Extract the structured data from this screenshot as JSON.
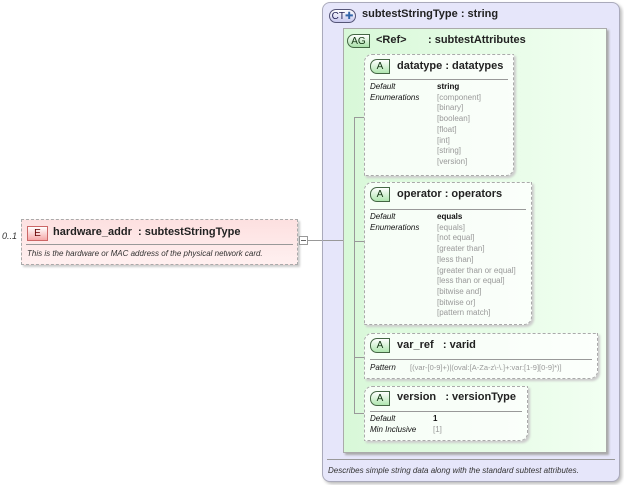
{
  "element": {
    "occurrence": "0..1",
    "badge": "E",
    "name": "hardware_addr",
    "type": ": subtestStringType",
    "description": "This is the hardware or MAC address of the physical network card."
  },
  "complex_type": {
    "badge": "CT",
    "name": "subtestStringType",
    "type": ": string",
    "description": "Describes simple string data along with the standard subtest attributes."
  },
  "attribute_group": {
    "badge": "AG",
    "ref": "<Ref>",
    "type": ": subtestAttributes"
  },
  "attributes": [
    {
      "badge": "A",
      "name": "datatype",
      "type": ": datatypes",
      "default_label": "Default",
      "default": "string",
      "enum_label": "Enumerations",
      "enumerations": [
        "[component]",
        "[binary]",
        "[boolean]",
        "[float]",
        "[int]",
        "[string]",
        "[version]"
      ]
    },
    {
      "badge": "A",
      "name": "operator",
      "type": ": operators",
      "default_label": "Default",
      "default": "equals",
      "enum_label": "Enumerations",
      "enumerations": [
        "[equals]",
        "[not equal]",
        "[greater than]",
        "[less than]",
        "[greater than or equal]",
        "[less than or equal]",
        "[bitwise and]",
        "[bitwise or]",
        "[pattern match]"
      ]
    },
    {
      "badge": "A",
      "name": "var_ref",
      "type": ": varid",
      "pattern_label": "Pattern",
      "pattern": "[(var-[0-9]+)|(oval:[A-Za-z\\-\\.]+:var:[1-9][0-9]*)]"
    },
    {
      "badge": "A",
      "name": "version",
      "type": ": versionType",
      "default_label": "Default",
      "default": "1",
      "min_label": "Min Inclusive",
      "min_inclusive": "[1]"
    }
  ]
}
